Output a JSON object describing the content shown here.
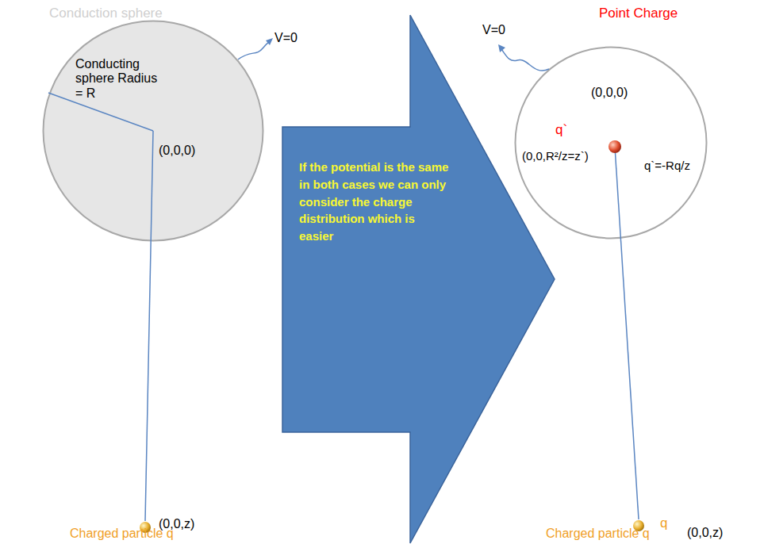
{
  "diagram": {
    "nodes": [
      {
        "text": [
          "Conduction sphere",
          "Conducting sphere Radius = R",
          "(0,0,0)"
        ]
      },
      {
        "text": [
          "If the potential is the same in both cases we can only consider the charge distribution which is easier"
        ]
      },
      {
        "text": [
          "Point Charge",
          "(0,0,0)",
          "q`",
          "(0,0,R²/z=z`)",
          "q`=-Rq/z"
        ]
      }
    ],
    "labels": [
      "V=0",
      "(0,0,z)",
      "Charged particle q",
      "V=0",
      "q",
      "(0,0,z)",
      "Charged particle q"
    ]
  }
}
